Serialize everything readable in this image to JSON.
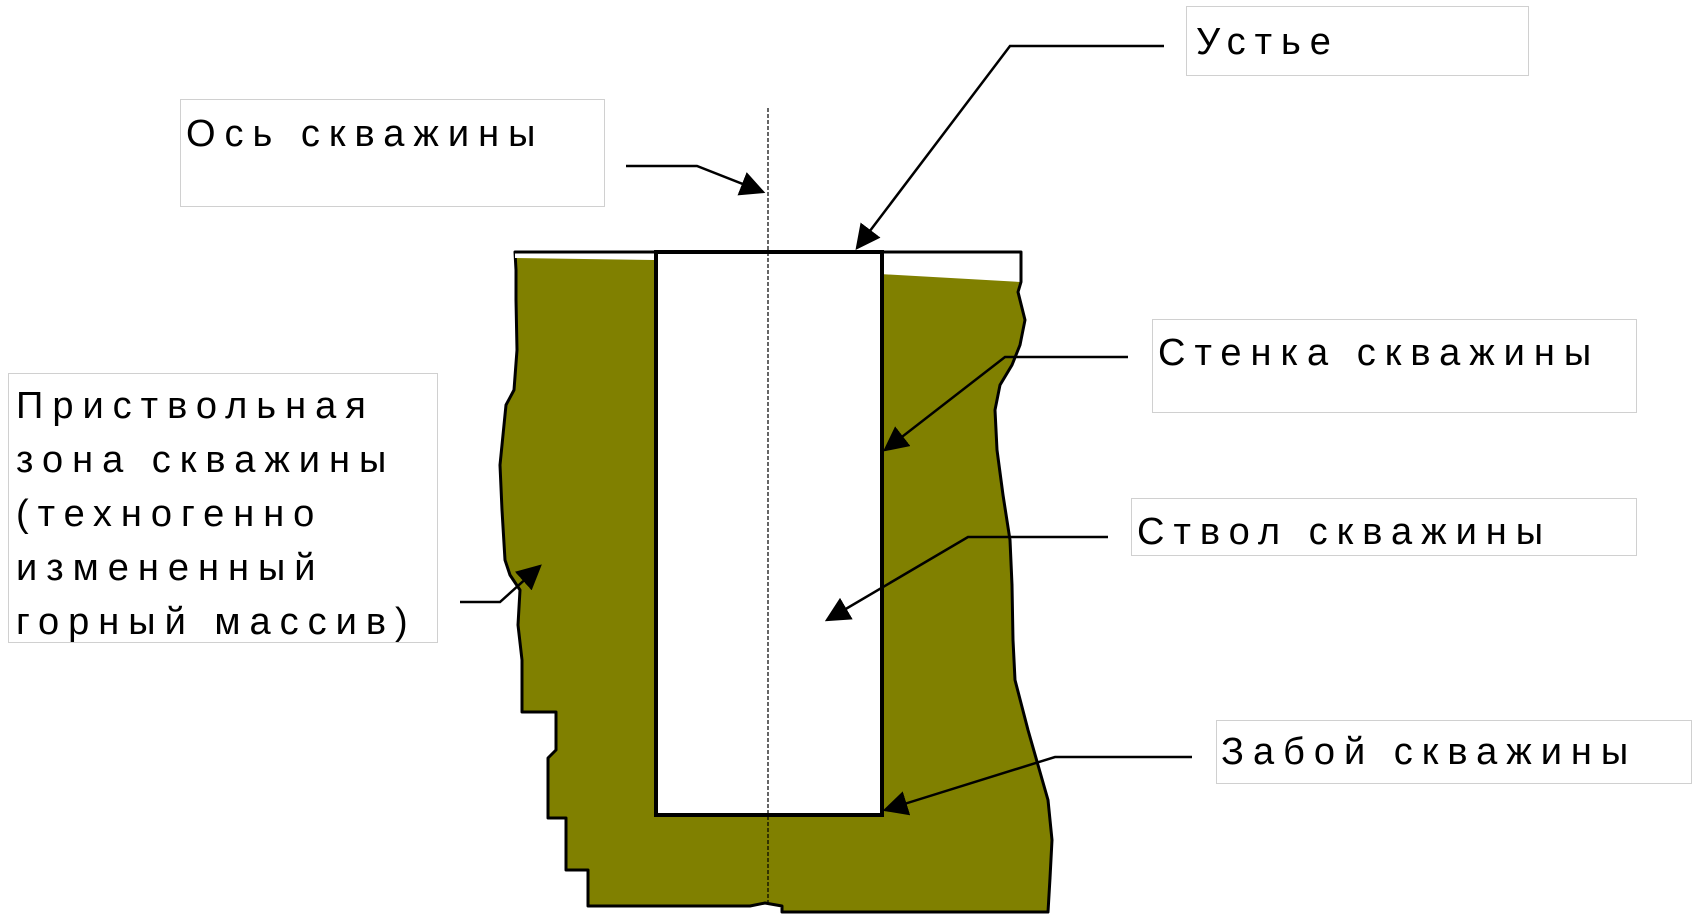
{
  "labels": {
    "ustye": "Устье",
    "os": "Ось скважины",
    "stenka": "Стенка скважины",
    "stvol": "Ствол скважины",
    "zaboy": "Забой скважины",
    "zona_lines": [
      "Приствольная",
      "зона скважины",
      "(техногенно",
      "измененный",
      "горный массив)"
    ]
  },
  "colors": {
    "rock": "#808000",
    "outline": "#000000",
    "bore_fill": "#ffffff",
    "label_border": "#d0d0d0"
  }
}
